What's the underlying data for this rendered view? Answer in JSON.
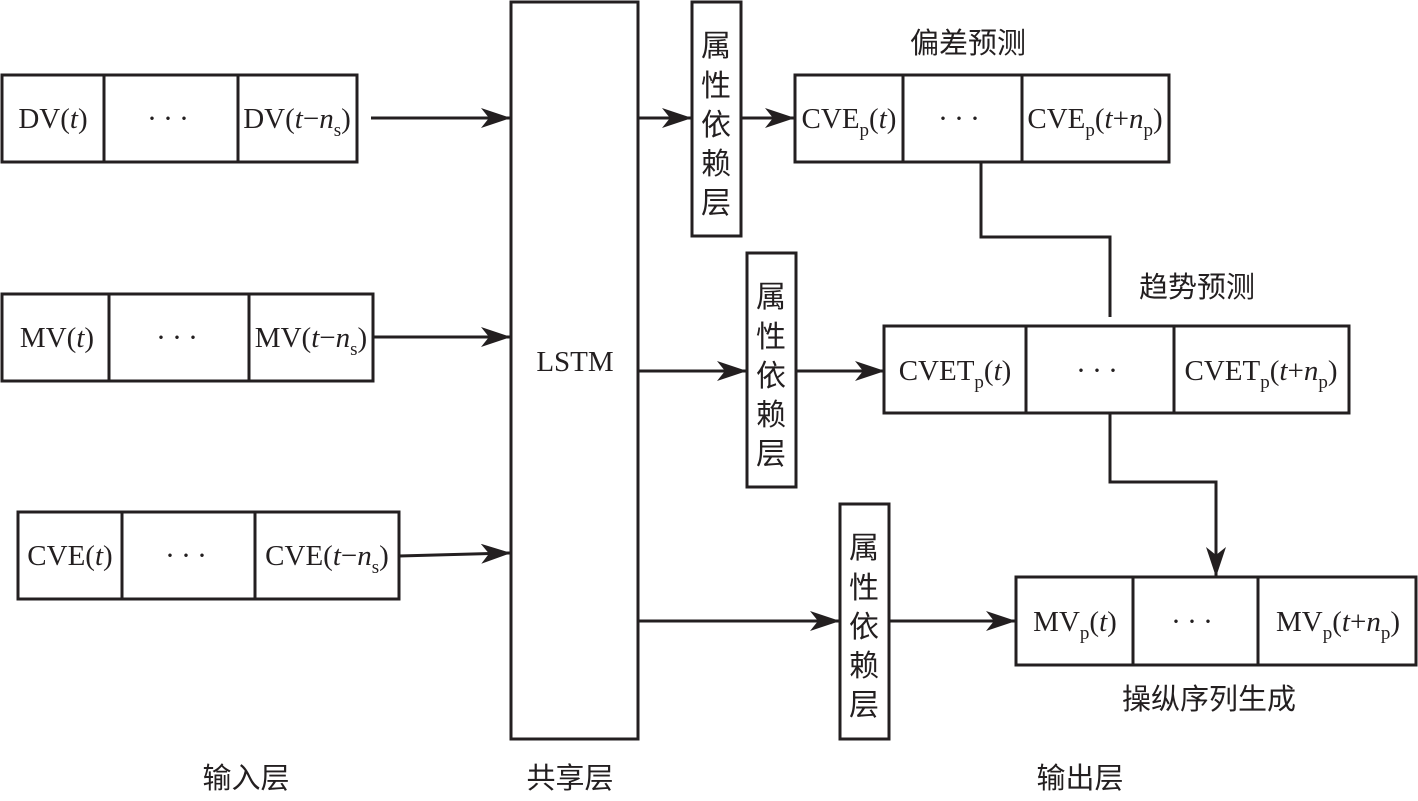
{
  "diagram": {
    "input_layer": {
      "label": "输入层",
      "sequences": [
        {
          "id": "dv",
          "first": {
            "base": "DV",
            "arg": "t"
          },
          "ellipsis": "···",
          "last": {
            "base": "DV",
            "arg_prefix": "t",
            "op": "−",
            "var": "n",
            "var_sub": "s"
          }
        },
        {
          "id": "mv",
          "first": {
            "base": "MV",
            "arg": "t"
          },
          "ellipsis": "···",
          "last": {
            "base": "MV",
            "arg_prefix": "t",
            "op": "−",
            "var": "n",
            "var_sub": "s"
          }
        },
        {
          "id": "cve",
          "first": {
            "base": "CVE",
            "arg": "t"
          },
          "ellipsis": "···",
          "last": {
            "base": "CVE",
            "arg_prefix": "t",
            "op": "−",
            "var": "n",
            "var_sub": "s"
          }
        }
      ]
    },
    "shared_layer": {
      "label": "共享层",
      "block": "LSTM"
    },
    "attention_layers": [
      {
        "label": "属性依赖层",
        "chars": [
          "属",
          "性",
          "依",
          "赖",
          "层"
        ]
      },
      {
        "label": "属性依赖层",
        "chars": [
          "属",
          "性",
          "依",
          "赖",
          "层"
        ]
      },
      {
        "label": "属性依赖层",
        "chars": [
          "属",
          "性",
          "依",
          "赖",
          "层"
        ]
      }
    ],
    "output_layer": {
      "label": "输出层",
      "tasks": [
        {
          "id": "deviation",
          "title": "偏差预测",
          "first": {
            "base": "CVE",
            "sub": "p",
            "arg": "t"
          },
          "ellipsis": "···",
          "last": {
            "base": "CVE",
            "sub": "p",
            "arg_prefix": "t",
            "op": "+",
            "var": "n",
            "var_sub": "p"
          }
        },
        {
          "id": "trend",
          "title": "趋势预测",
          "first": {
            "base": "CVET",
            "sub": "p",
            "arg": "t"
          },
          "ellipsis": "···",
          "last": {
            "base": "CVET",
            "sub": "p",
            "arg_prefix": "t",
            "op": "+",
            "var": "n",
            "var_sub": "p"
          }
        },
        {
          "id": "manipulation",
          "title": "操纵序列生成",
          "first": {
            "base": "MV",
            "sub": "p",
            "arg": "t"
          },
          "ellipsis": "···",
          "last": {
            "base": "MV",
            "sub": "p",
            "arg_prefix": "t",
            "op": "+",
            "var": "n",
            "var_sub": "p"
          }
        }
      ]
    }
  }
}
